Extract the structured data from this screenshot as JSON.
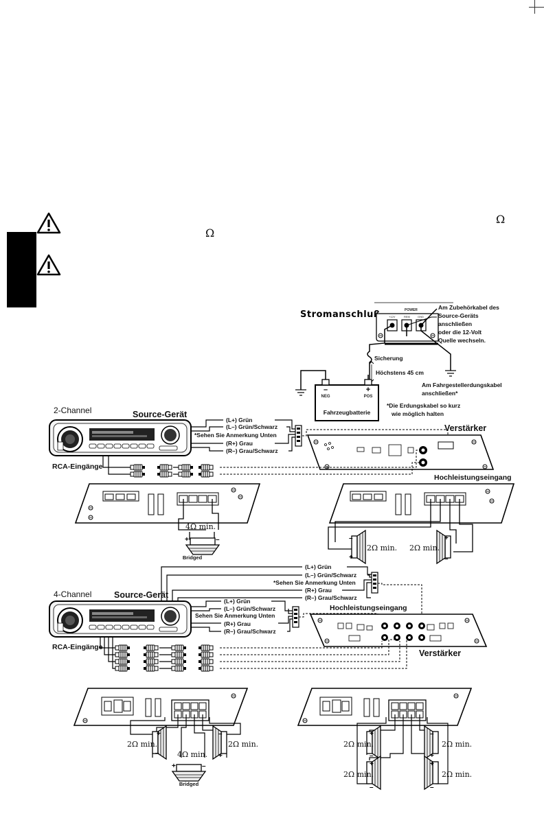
{
  "warnings": [
    {
      "icon": "warning-icon"
    },
    {
      "icon": "warning-icon"
    }
  ],
  "symbols": {
    "omega": "Ω"
  },
  "power": {
    "title": "Stromanschluß",
    "panel_label": "POWER",
    "terminals": [
      "+12V",
      "REM",
      "GND"
    ],
    "accessory_note": [
      "Am Zubehörkabel des",
      "Source-Geräts",
      "anschließen",
      "oder die 12-Volt",
      "Quelle wechseln."
    ],
    "fuse": "Sicherung",
    "max_distance": "Höchstens 45 cm",
    "chassis_note": [
      "Am Fahrgestellerdungskabel",
      "anschließen*"
    ],
    "battery": {
      "neg_sign": "–",
      "pos_sign": "+",
      "neg": "NEG",
      "pos": "POS",
      "label": "Fahrzeugbatterie"
    },
    "footnote": [
      "*Die Erdungskabel so kurz",
      "wie möglich halten"
    ]
  },
  "two_channel": {
    "title": "2-Channel",
    "source": "Source-Gerät",
    "wires": [
      "(L+) Grün",
      "(L–) Grün/Schwarz",
      "*Sehen Sie Anmerkung Unten",
      "(R+) Grau",
      "(R–) Grau/Schwarz"
    ],
    "rca": "RCA-Eingänge",
    "amp": "Verstärker",
    "hl_input": "Hochleistungseingang",
    "bridged_ohm": "4Ω min.",
    "bridged": "Bridged",
    "stereo_ohm": [
      "2Ω min.",
      "2Ω min."
    ]
  },
  "four_channel": {
    "title": "4-Channel",
    "source": "Source-Gerät",
    "wires_a": [
      "(L+) Grün",
      "(L–) Grün/Schwarz",
      "*Sehen Sie Anmerkung Unten",
      "(R+) Grau",
      "(R–) Grau/Schwarz"
    ],
    "wires_b": [
      "(L+) Grün",
      "(L–) Grün/Schwarz",
      "Sehen Sie Anmerkung Unten",
      "(R+) Grau",
      "(R–) Grau/Schwarz"
    ],
    "hl_input": "Hochleistungseingang",
    "rca": "RCA-Eingänge",
    "amp": "Verstärker",
    "left_ohm": [
      "2Ω min.",
      "4Ω min.",
      "2Ω min."
    ],
    "bridged": "Bridged",
    "right_ohm": [
      "2Ω min.",
      "2Ω min.",
      "2Ω min.",
      "2Ω min."
    ]
  }
}
